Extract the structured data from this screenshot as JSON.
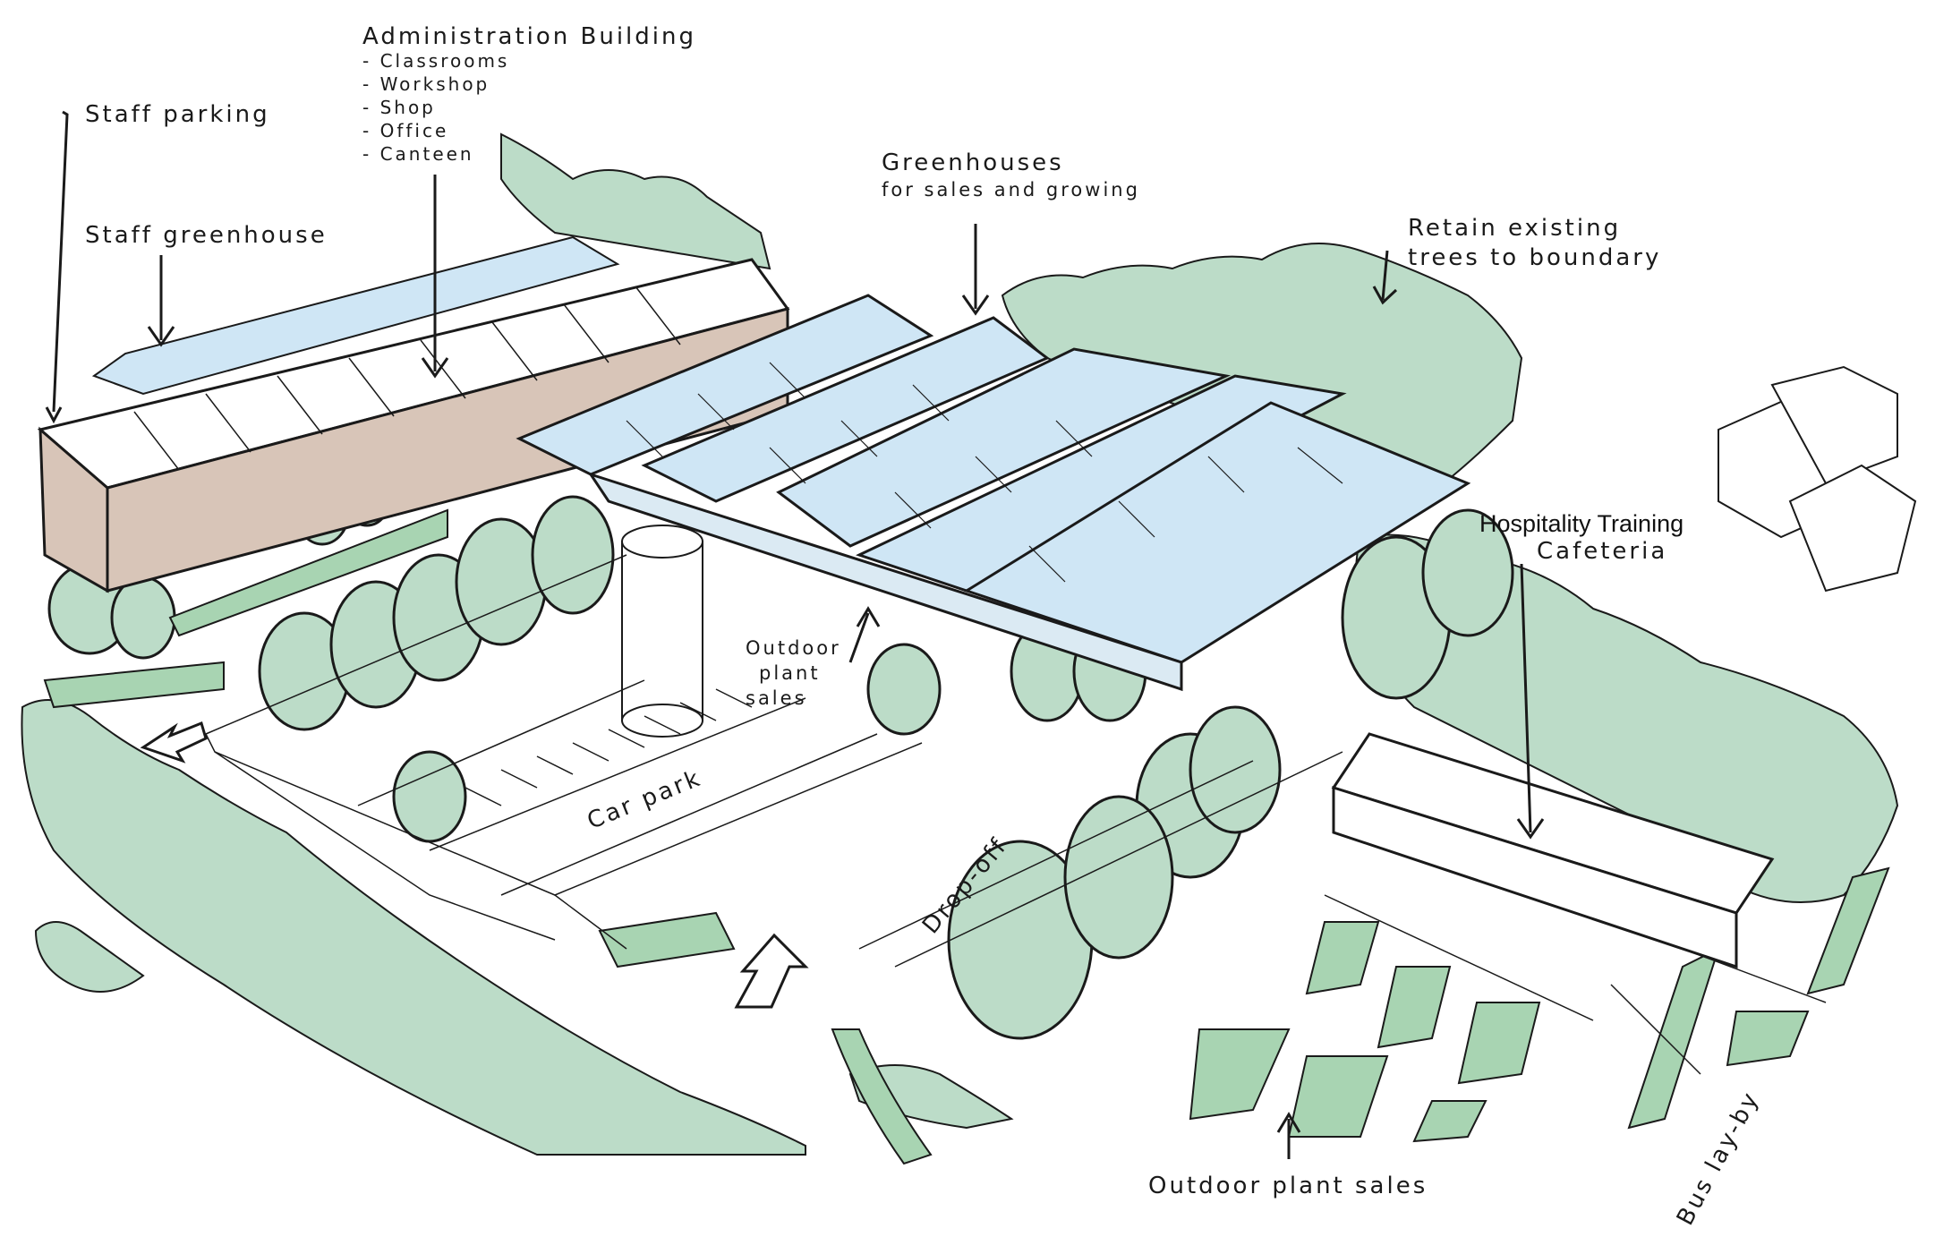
{
  "labels": {
    "admin_title": "Administration Building",
    "admin_items": [
      "- Classrooms",
      "- Workshop",
      "- Shop",
      "- Office",
      "- Canteen"
    ],
    "staff_parking": "Staff parking",
    "staff_greenhouse": "Staff greenhouse",
    "greenhouses_title": "Greenhouses",
    "greenhouses_sub": "for sales and growing",
    "retain_trees_1": "Retain existing",
    "retain_trees_2": "trees to boundary",
    "hospitality_1": "Hospitality Training",
    "hospitality_2": "Cafeteria",
    "outdoor_plant_1": "Outdoor",
    "outdoor_plant_2": "plant",
    "outdoor_plant_3": "sales",
    "car_park": "Car park",
    "drop_off": "Drop-off",
    "outdoor_plant_sales": "Outdoor plant sales",
    "bus_layby": "Bus lay-by"
  },
  "colors": {
    "tree_green": "#b9dcc6",
    "shrub_green": "#a8d4b2",
    "glass_blue": "#cfe6f5",
    "brick": "#d8c5b8",
    "ink": "#1a1a1a"
  }
}
